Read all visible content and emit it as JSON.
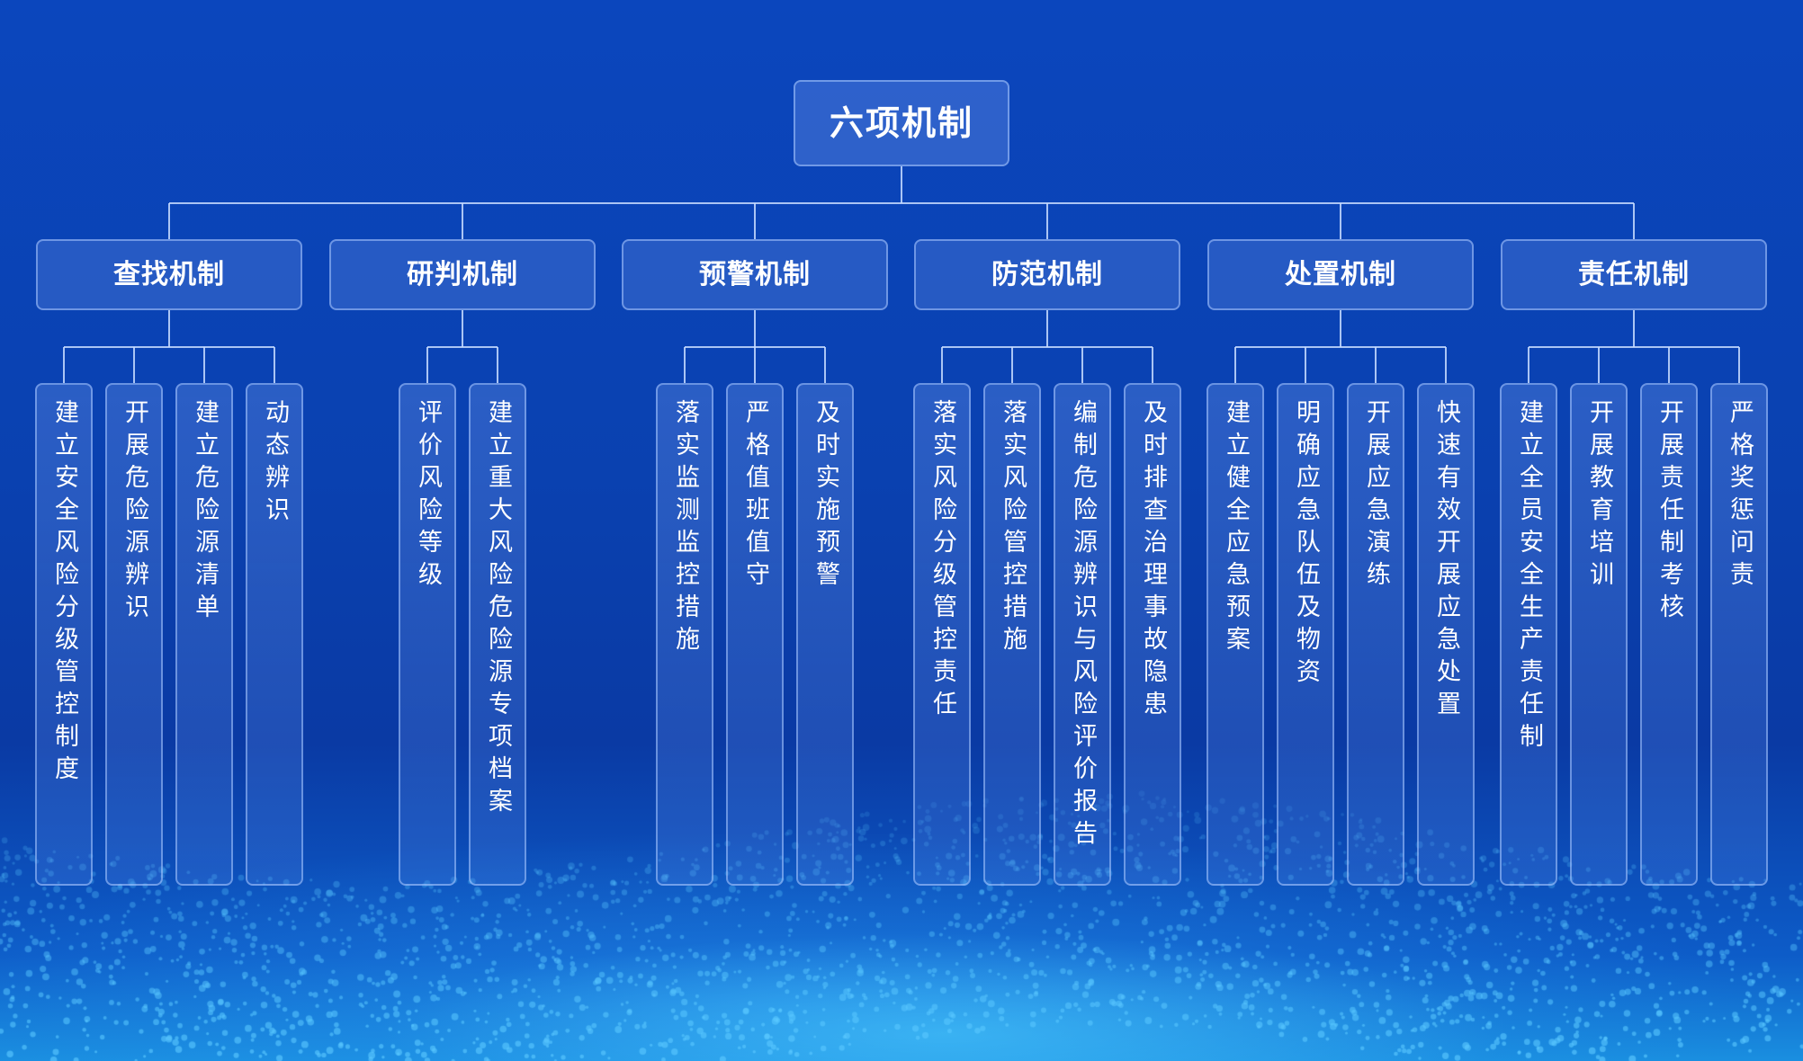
{
  "root": {
    "label": "六项机制"
  },
  "mechanisms": [
    {
      "label": "查找机制",
      "items": [
        "建立安全风险分级管控制度",
        "开展危险源辨识",
        "建立危险源清单",
        "动态辨识"
      ]
    },
    {
      "label": "研判机制",
      "items": [
        "评价风险等级",
        "建立重大风险危险源专项档案"
      ]
    },
    {
      "label": "预警机制",
      "items": [
        "落实监测监控措施",
        "严格值班值守",
        "及时实施预警"
      ]
    },
    {
      "label": "防范机制",
      "items": [
        "落实风险分级管控责任",
        "落实风险管控措施",
        "编制危险源辨识与风险评价报告",
        "及时排查治理事故隐患"
      ]
    },
    {
      "label": "处置机制",
      "items": [
        "建立健全应急预案",
        "明确应急队伍及物资",
        "开展应急演练",
        "快速有效开展应急处置"
      ]
    },
    {
      "label": "责任机制",
      "items": [
        "建立全员安全生产责任制",
        "开展教育培训",
        "开展责任制考核",
        "严格奖惩问责"
      ]
    }
  ]
}
